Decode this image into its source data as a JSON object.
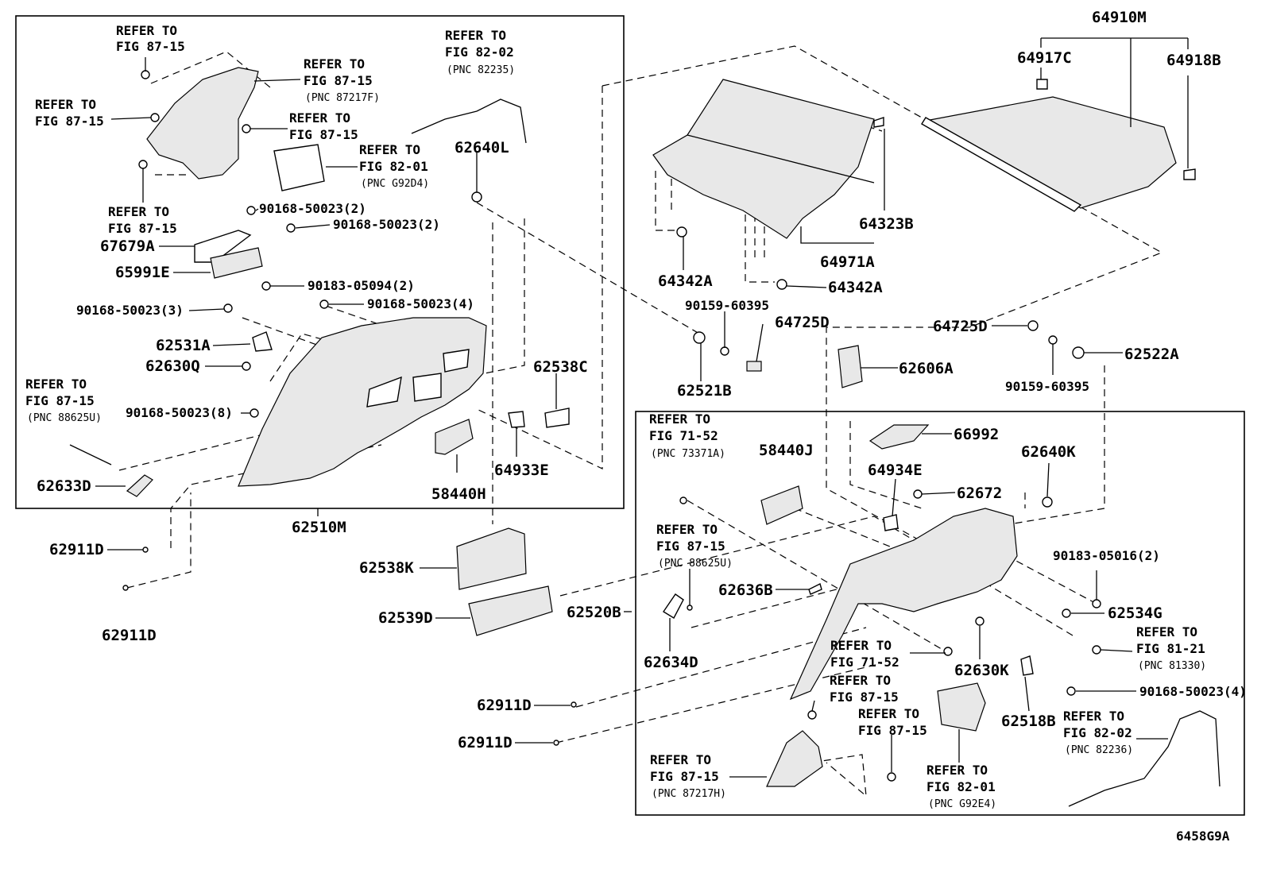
{
  "diagram_id": "6458G9A",
  "refs": {
    "r1": [
      "REFER TO",
      "FIG 87-15"
    ],
    "r2": [
      "REFER TO",
      "FIG 87-15",
      "(PNC 87217F)"
    ],
    "r3": [
      "REFER TO",
      "FIG 87-15"
    ],
    "r4": [
      "REFER TO",
      "FIG 87-15"
    ],
    "r5": [
      "REFER TO",
      "FIG 82-02",
      "(PNC 82235)"
    ],
    "r6": [
      "REFER TO",
      "FIG 82-01",
      "(PNC G92D4)"
    ],
    "r7": [
      "REFER TO",
      "FIG 87-15"
    ],
    "r8": [
      "REFER TO",
      "FIG 87-15",
      "(PNC 88625U)"
    ],
    "r9": [
      "REFER TO",
      "FIG 71-52",
      "(PNC 73371A)"
    ],
    "r10": [
      "REFER TO",
      "FIG 87-15",
      "(PNC 88625U)"
    ],
    "r11": [
      "REFER TO",
      "FIG 71-52"
    ],
    "r12": [
      "REFER TO",
      "FIG 87-15"
    ],
    "r13": [
      "REFER TO",
      "FIG 87-15"
    ],
    "r14": [
      "REFER TO",
      "FIG 87-15",
      "(PNC 87217H)"
    ],
    "r15": [
      "REFER TO",
      "FIG 82-01",
      "(PNC G92E4)"
    ],
    "r16": [
      "REFER TO",
      "FIG 82-02",
      "(PNC 82236)"
    ],
    "r17": [
      "REFER TO",
      "FIG 81-21",
      "(PNC 81330)"
    ]
  },
  "parts": {
    "p_62640L": "62640L",
    "p_90168_50023_2a": "90168-50023(2)",
    "p_90168_50023_2b": "90168-50023(2)",
    "p_67679A": "67679A",
    "p_65991E": "65991E",
    "p_90183_05094": "90183-05094(2)",
    "p_90168_50023_3": "90168-50023(3)",
    "p_90168_50023_4a": "90168-50023(4)",
    "p_62531A": "62531A",
    "p_62630Q": "62630Q",
    "p_62538C": "62538C",
    "p_90168_50023_8": "90168-50023(8)",
    "p_62633D": "62633D",
    "p_58440H": "58440H",
    "p_64933E": "64933E",
    "p_62510M": "62510M",
    "p_62911D_a": "62911D",
    "p_62911D_b": "62911D",
    "p_62911D_c": "62911D",
    "p_62911D_d": "62911D",
    "p_62538K": "62538K",
    "p_62539D": "62539D",
    "p_62520B": "62520B",
    "p_64342A_a": "64342A",
    "p_64342A_b": "64342A",
    "p_64971A": "64971A",
    "p_64323B": "64323B",
    "p_64910M": "64910M",
    "p_64917C": "64917C",
    "p_64918B": "64918B",
    "p_90159_60395_a": "90159-60395",
    "p_64725D_a": "64725D",
    "p_62521B": "62521B",
    "p_64725D_b": "64725D",
    "p_62522A": "62522A",
    "p_90159_60395_b": "90159-60395",
    "p_62606A": "62606A",
    "p_66992": "66992",
    "p_58440J": "58440J",
    "p_64934E": "64934E",
    "p_62672": "62672",
    "p_62640K": "62640K",
    "p_90183_05016": "90183-05016(2)",
    "p_62636B": "62636B",
    "p_62634D": "62634D",
    "p_62534G": "62534G",
    "p_62630K": "62630K",
    "p_62518B": "62518B",
    "p_90168_50023_4b": "90168-50023(4)"
  }
}
